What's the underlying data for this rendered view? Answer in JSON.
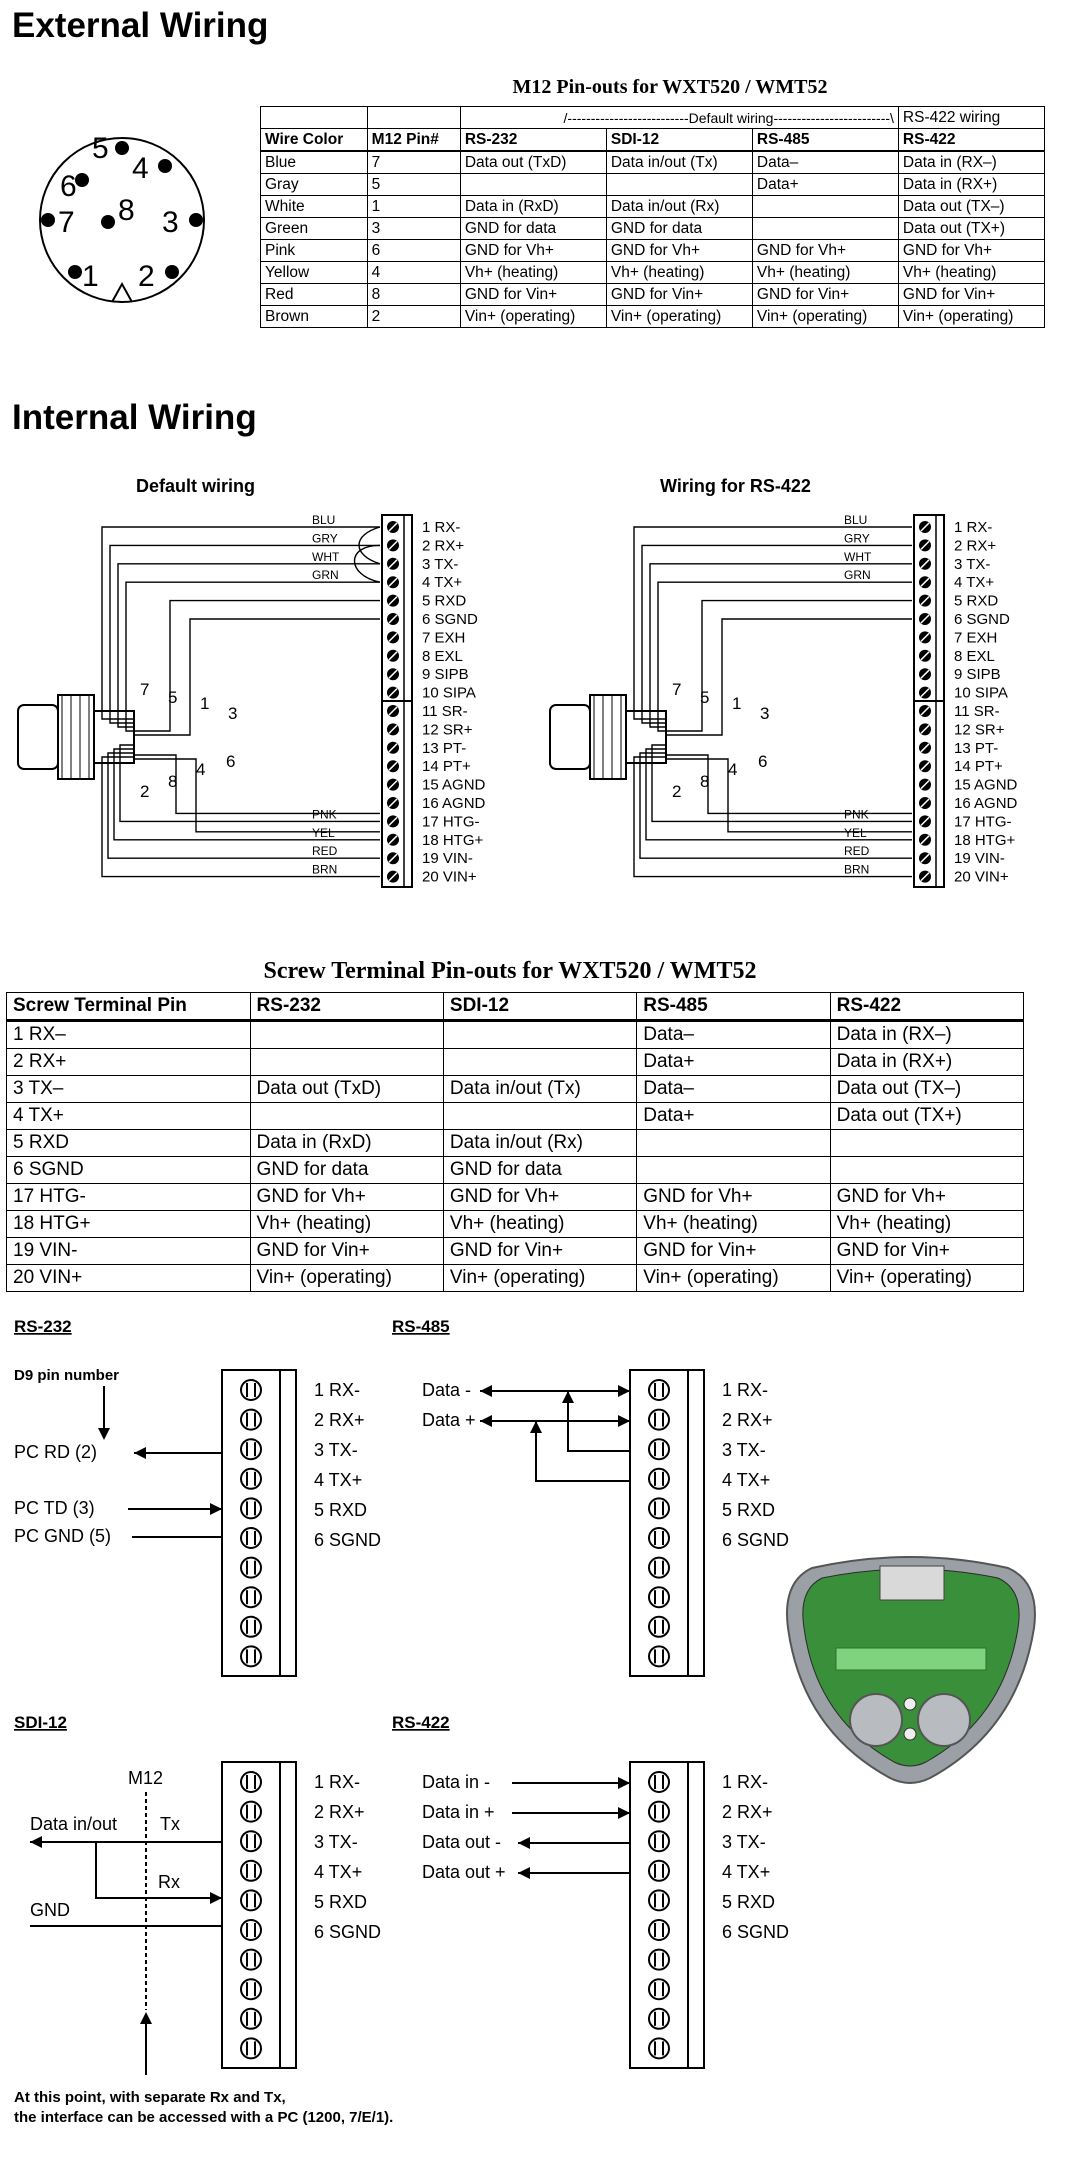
{
  "headings": {
    "external": "External Wiring",
    "internal": "Internal Wiring"
  },
  "m12_table": {
    "caption": "M12 Pin-outs for WXT520 / WMT52",
    "group_default": "/--------------------------Default wiring-------------------------\\",
    "group_rs422": "RS-422 wiring",
    "headers": [
      "Wire Color",
      "M12 Pin#",
      "RS-232",
      "SDI-12",
      "RS-485",
      "RS-422"
    ],
    "rows": [
      [
        "Blue",
        "7",
        "Data out (TxD)",
        "Data in/out (Tx)",
        "Data–",
        "Data in (RX–)"
      ],
      [
        "Gray",
        "5",
        "",
        "",
        "Data+",
        "Data in (RX+)"
      ],
      [
        "White",
        "1",
        "Data in (RxD)",
        "Data in/out (Rx)",
        "",
        "Data out (TX–)"
      ],
      [
        "Green",
        "3",
        "GND for data",
        "GND for data",
        "",
        "Data out (TX+)"
      ],
      [
        "Pink",
        "6",
        "GND for Vh+",
        "GND for Vh+",
        "GND for Vh+",
        "GND for Vh+"
      ],
      [
        "Yellow",
        "4",
        "Vh+ (heating)",
        "Vh+ (heating)",
        "Vh+ (heating)",
        "Vh+ (heating)"
      ],
      [
        "Red",
        "8",
        "GND for Vin+",
        "GND for Vin+",
        "GND for Vin+",
        "GND for Vin+"
      ],
      [
        "Brown",
        "2",
        "Vin+ (operating)",
        "Vin+ (operating)",
        "Vin+ (operating)",
        "Vin+ (operating)"
      ]
    ]
  },
  "connector_pins": [
    "5",
    "4",
    "6",
    "8",
    "7",
    "3",
    "1",
    "2"
  ],
  "internal": {
    "default_title": "Default wiring",
    "rs422_title": "Wiring for RS-422",
    "terminals": [
      "1 RX-",
      "2 RX+",
      "3 TX-",
      "4 TX+",
      "5 RXD",
      "6 SGND",
      "7 EXH",
      "8 EXL",
      "9 SIPB",
      "10 SIPA",
      "11 SR-",
      "12 SR+",
      "13 PT-",
      "14 PT+",
      "15 AGND",
      "16 AGND",
      "17 HTG-",
      "18 HTG+",
      "19 VIN-",
      "20 VIN+"
    ],
    "default_wire_labels": [
      "BLU",
      "GRY",
      "WHT",
      "GRN",
      "PNK",
      "YEL",
      "RED",
      "BRN"
    ],
    "rs422_wire_labels": [
      "BLU",
      "GRY",
      "WHT",
      "GRN",
      "PNK",
      "YEL",
      "RED",
      "BRN"
    ],
    "pin_numbers": [
      "7",
      "5",
      "1",
      "3",
      "4",
      "6",
      "2",
      "8"
    ]
  },
  "screw_table": {
    "caption": "Screw Terminal Pin-outs for WXT520 / WMT52",
    "headers": [
      "Screw Terminal Pin",
      "RS-232",
      "SDI-12",
      "RS-485",
      "RS-422"
    ],
    "rows": [
      [
        "1 RX–",
        "",
        "",
        "Data–",
        "Data in (RX–)"
      ],
      [
        "2 RX+",
        "",
        "",
        "Data+",
        "Data in (RX+)"
      ],
      [
        "3 TX–",
        "Data out (TxD)",
        "Data in/out (Tx)",
        "Data–",
        "Data out (TX–)"
      ],
      [
        "4 TX+",
        "",
        "",
        "Data+",
        "Data out (TX+)"
      ],
      [
        "5 RXD",
        "Data in (RxD)",
        "Data in/out (Rx)",
        "",
        ""
      ],
      [
        "6 SGND",
        "GND for data",
        "GND for data",
        "",
        ""
      ],
      [
        "17 HTG-",
        "GND for Vh+",
        "GND for Vh+",
        "GND for Vh+",
        "GND for Vh+"
      ],
      [
        "18 HTG+",
        "Vh+ (heating)",
        "Vh+ (heating)",
        "Vh+ (heating)",
        "Vh+ (heating)"
      ],
      [
        "19 VIN-",
        "GND for Vin+",
        "GND for Vin+",
        "GND for Vin+",
        "GND for Vin+"
      ],
      [
        "20 VIN+",
        "Vin+ (operating)",
        "Vin+ (operating)",
        "Vin+ (operating)",
        "Vin+ (operating)"
      ]
    ]
  },
  "small_terminals": [
    "1 RX-",
    "2 RX+",
    "3 TX-",
    "4 TX+",
    "5 RXD",
    "6 SGND"
  ],
  "rs232": {
    "title": "RS-232",
    "note": "D9 pin number",
    "pc_rd": "PC  RD    (2)",
    "pc_td": "PC  TD    (3)",
    "pc_gnd": "PC  GND  (5)"
  },
  "rs485": {
    "title": "RS-485",
    "data_minus": "Data -",
    "data_plus": "Data +"
  },
  "sdi12": {
    "title": "SDI-12",
    "m12": "M12",
    "data_inout": "Data in/out",
    "tx": "Tx",
    "rx": "Rx",
    "gnd": "GND",
    "note_line1": "At this point, with separate Rx and Tx,",
    "note_line2": "the interface can be accessed with a PC (1200, 7/E/1)."
  },
  "rs422": {
    "title": "RS-422",
    "data_in_minus": "Data in -",
    "data_in_plus": "Data in +",
    "data_out_minus": "Data out -",
    "data_out_plus": "Data out +"
  }
}
